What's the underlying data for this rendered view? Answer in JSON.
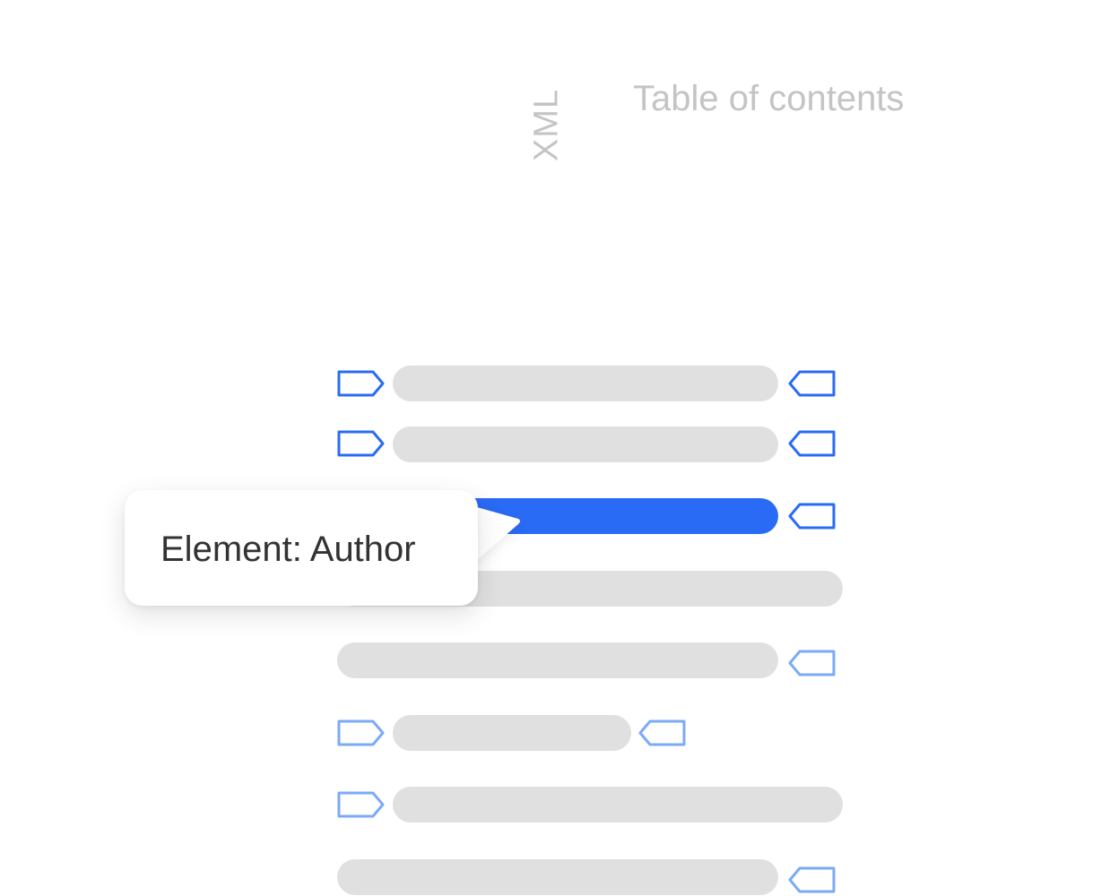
{
  "header": {
    "vertical_label": "XML",
    "title": "Table of contents"
  },
  "colors": {
    "tag_strong": "#2a6bf6",
    "tag_light": "#7baaf7",
    "bar": "#e0e0e0",
    "bar_active": "#2a6bf6",
    "label": "#c4c4c4"
  },
  "tooltip": {
    "text": "Element: Author"
  },
  "rows": [
    {
      "open_tag": "strong",
      "close_tag": "strong",
      "active": false
    },
    {
      "open_tag": "strong",
      "close_tag": "strong",
      "active": false
    },
    {
      "open_tag": "hidden",
      "close_tag": "strong",
      "active": true
    },
    {
      "open_tag": "none",
      "close_tag": "none",
      "active": false
    },
    {
      "open_tag": "none",
      "close_tag": "light",
      "active": false
    },
    {
      "open_tag": "light",
      "close_tag": "light",
      "active": false
    },
    {
      "open_tag": "light",
      "close_tag": "none",
      "active": false
    },
    {
      "open_tag": "none",
      "close_tag": "light",
      "active": false
    }
  ]
}
